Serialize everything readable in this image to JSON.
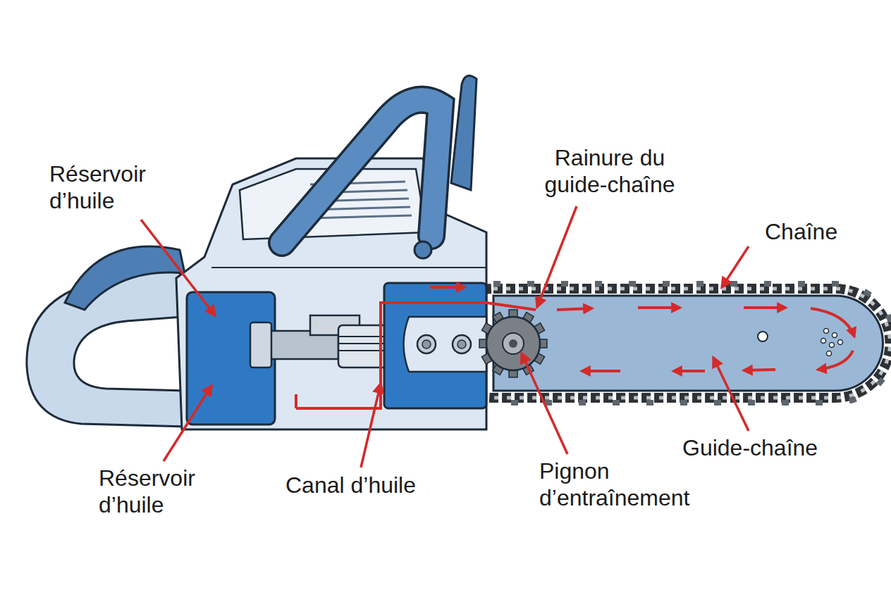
{
  "diagram": {
    "labels": [
      "Réservoir d’huile",
      "Rainure du guide-chaîne",
      "Chaîne",
      "Guide-chaîne",
      "Pignon d’entraînement",
      "Réservoir d’huile",
      "Canal d’huile"
    ]
  }
}
